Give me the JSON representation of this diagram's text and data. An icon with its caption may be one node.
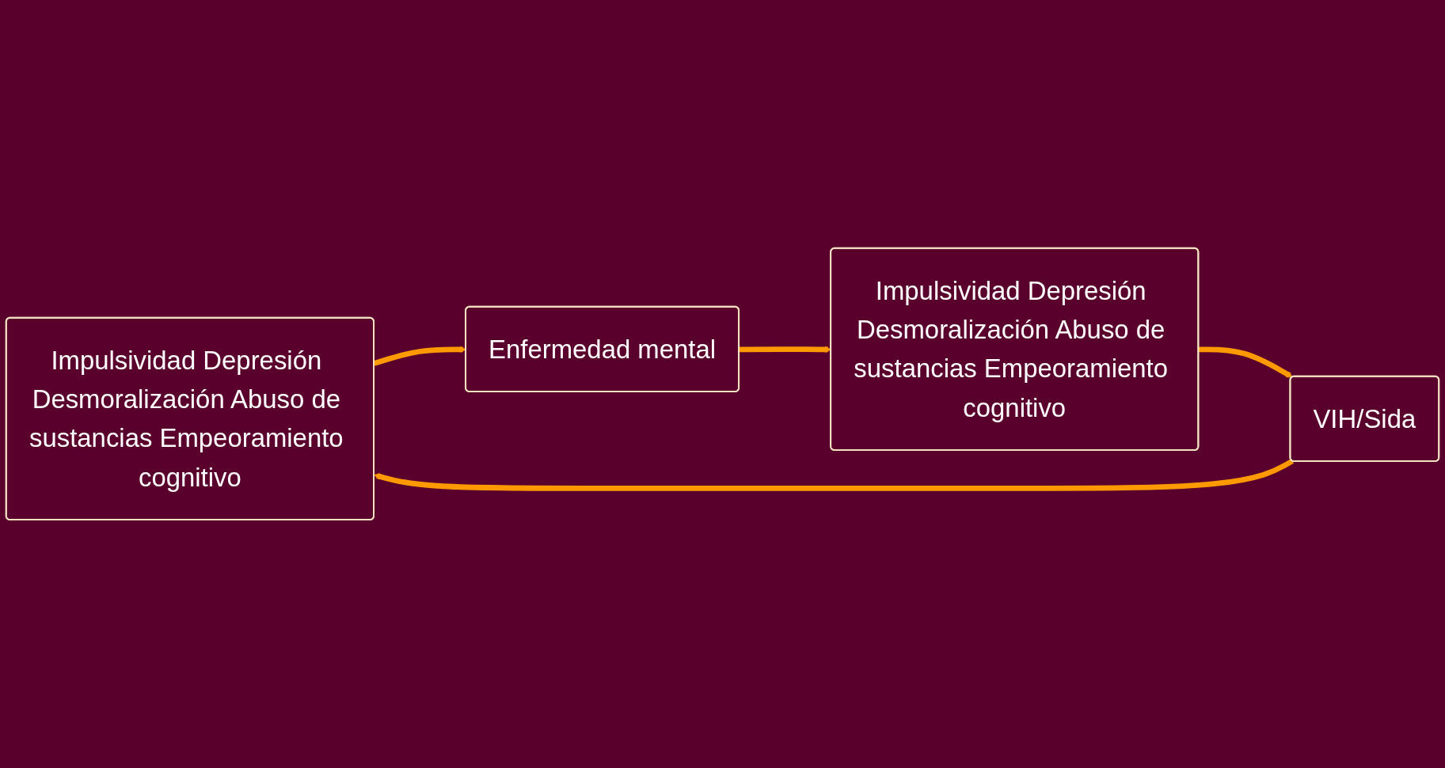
{
  "diagram": {
    "nodes": [
      {
        "text": [
          "Impulsividad Depresión Desmoralización Abuso de sustancias Empeoramiento cognitivo"
        ]
      },
      {
        "text": [
          "Enfermedad mental"
        ]
      },
      {
        "text": [
          "VIH/Sida"
        ]
      },
      {
        "text": [
          "Impulsividad Depresión Desmoralización Abuso de sustancias Empeoramiento cognitivo"
        ]
      }
    ],
    "edges": [
      {
        "from": 1,
        "to": 3,
        "arrow": "to"
      },
      {
        "from": 3,
        "to": 2,
        "arrow": "to"
      },
      {
        "from": 2,
        "to": 0,
        "arrow": "to"
      },
      {
        "from": 0,
        "to": 1,
        "arrow": "to"
      }
    ]
  }
}
